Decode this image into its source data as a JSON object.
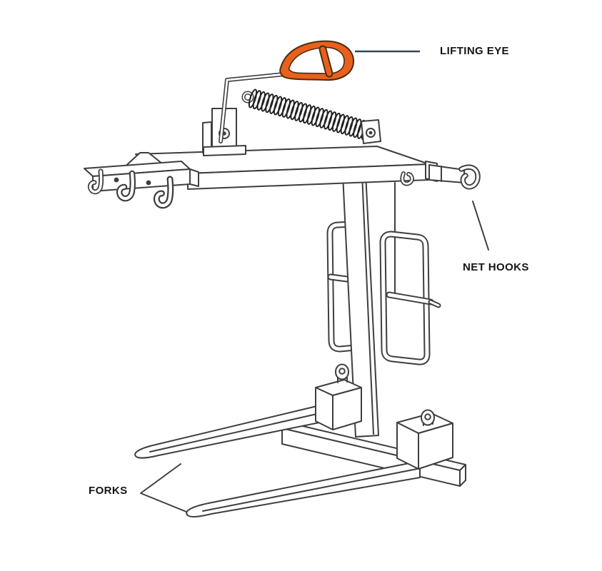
{
  "diagram": {
    "type": "technical-illustration",
    "subject": "crane pallet fork attachment",
    "labels": {
      "lifting_eye": "LIFTING EYE",
      "net_hooks": "NET HOOKS",
      "forks": "FORKS"
    },
    "callouts": [
      {
        "label": "LIFTING EYE",
        "points_to": "orange lifting eye at top"
      },
      {
        "label": "NET HOOKS",
        "points_to": "hook at right end of crossbeam"
      },
      {
        "label": "FORKS",
        "points_to": "two fork tines at bottom"
      }
    ],
    "colors": {
      "accent_orange": "#E8611C",
      "leader_navy": "#31485E",
      "line_dark": "#3E3E3E",
      "label_text": "#141414",
      "background": "#FFFFFF"
    }
  }
}
